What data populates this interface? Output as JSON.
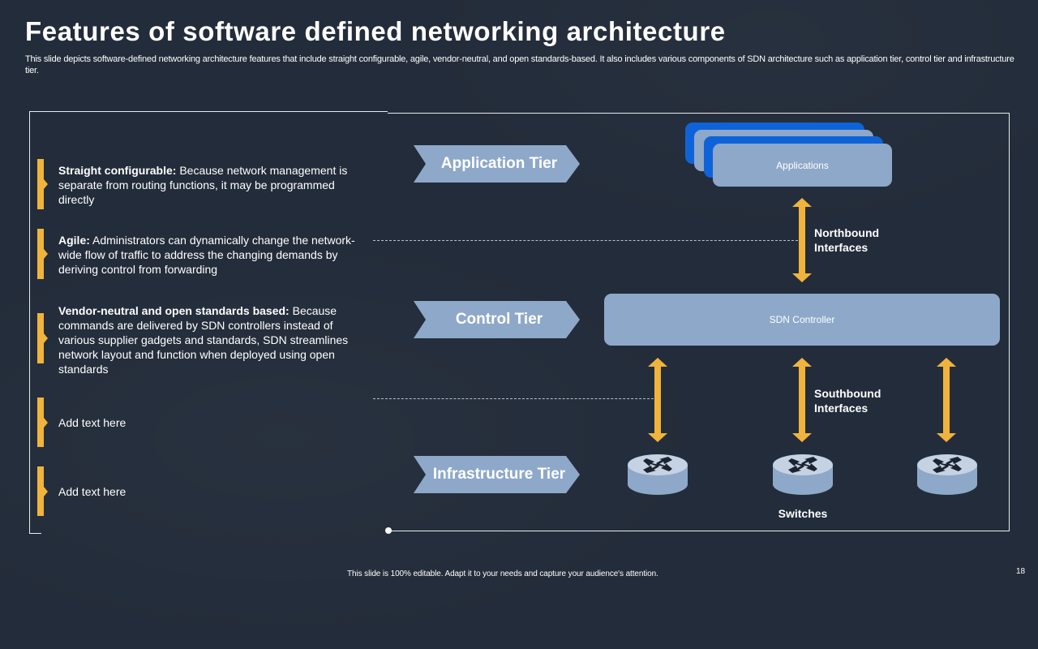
{
  "slide": {
    "title": "Features of software defined networking architecture",
    "subtitle": "This slide depicts software-defined networking architecture features that include straight configurable, agile, vendor-neutral, and open standards-based. It also includes various components of SDN architecture such as application tier, control tier and infrastructure tier.",
    "footer": "This slide is 100% editable.  Adapt it to your needs and capture your audience's attention.",
    "page_number": "18"
  },
  "features": [
    {
      "heading": "Straight configurable:",
      "body": " Because network management is separate from routing functions, it may be programmed directly"
    },
    {
      "heading": "Agile:",
      "body": "  Administrators can dynamically change the network-wide flow of traffic to address the changing demands by deriving control from forwarding"
    },
    {
      "heading": "Vendor-neutral and open standards based:",
      "body": " Because commands are delivered by SDN controllers instead of various supplier gadgets and standards, SDN streamlines network layout and function when deployed using open standards"
    },
    {
      "heading": "",
      "body": "Add text here"
    },
    {
      "heading": "",
      "body": "Add text here"
    }
  ],
  "tiers": [
    {
      "label": "Application Tier"
    },
    {
      "label": "Control Tier"
    },
    {
      "label": "Infrastructure Tier"
    }
  ],
  "diagram": {
    "applications_label": "Applications",
    "controller_label": "SDN Controller",
    "northbound_label_line1": "Northbound",
    "northbound_label_line2": "Interfaces",
    "southbound_label_line1": "Southbound",
    "southbound_label_line2": "Interfaces",
    "switches_label": "Switches",
    "switch_count": 3
  },
  "colors": {
    "background": "#232c3a",
    "accent_yellow": "#f0b43c",
    "tier_fill": "#8ea8c9",
    "app_blue": "#0f63d8",
    "frame": "#e8ecf2"
  }
}
